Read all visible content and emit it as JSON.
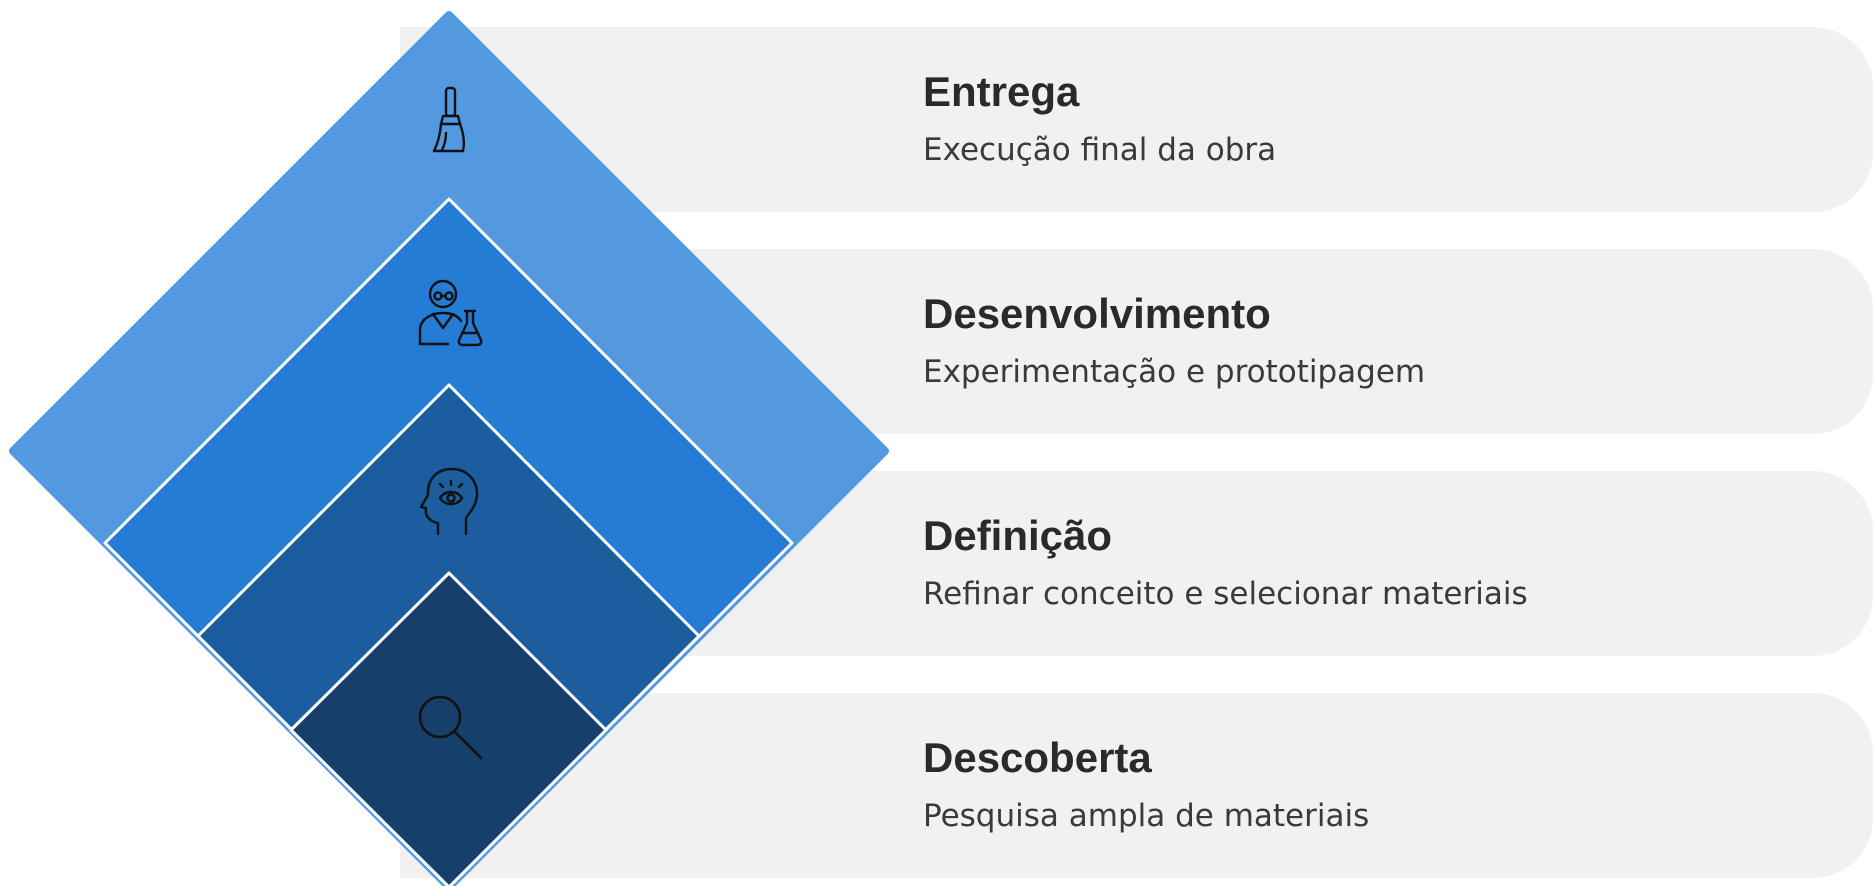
{
  "stages": [
    {
      "title": "Entrega",
      "description": "Execução final da obra",
      "icon": "paintbrush-icon",
      "color": "#5299e0"
    },
    {
      "title": "Desenvolvimento",
      "description": "Experimentação e prototipagem",
      "icon": "scientist-icon",
      "color": "#247cd5"
    },
    {
      "title": "Definição",
      "description": "Refinar conceito e selecionar materiais",
      "icon": "mind-eye-icon",
      "color": "#1c5d9f"
    },
    {
      "title": "Descoberta",
      "description": "Pesquisa ampla de materiais",
      "icon": "search-icon",
      "color": "#163f6b"
    }
  ],
  "colors": {
    "band_background": "#f1f1f1",
    "title_text": "#2a2a2a",
    "description_text": "#3a3a3a",
    "separator": "#ffffff"
  }
}
